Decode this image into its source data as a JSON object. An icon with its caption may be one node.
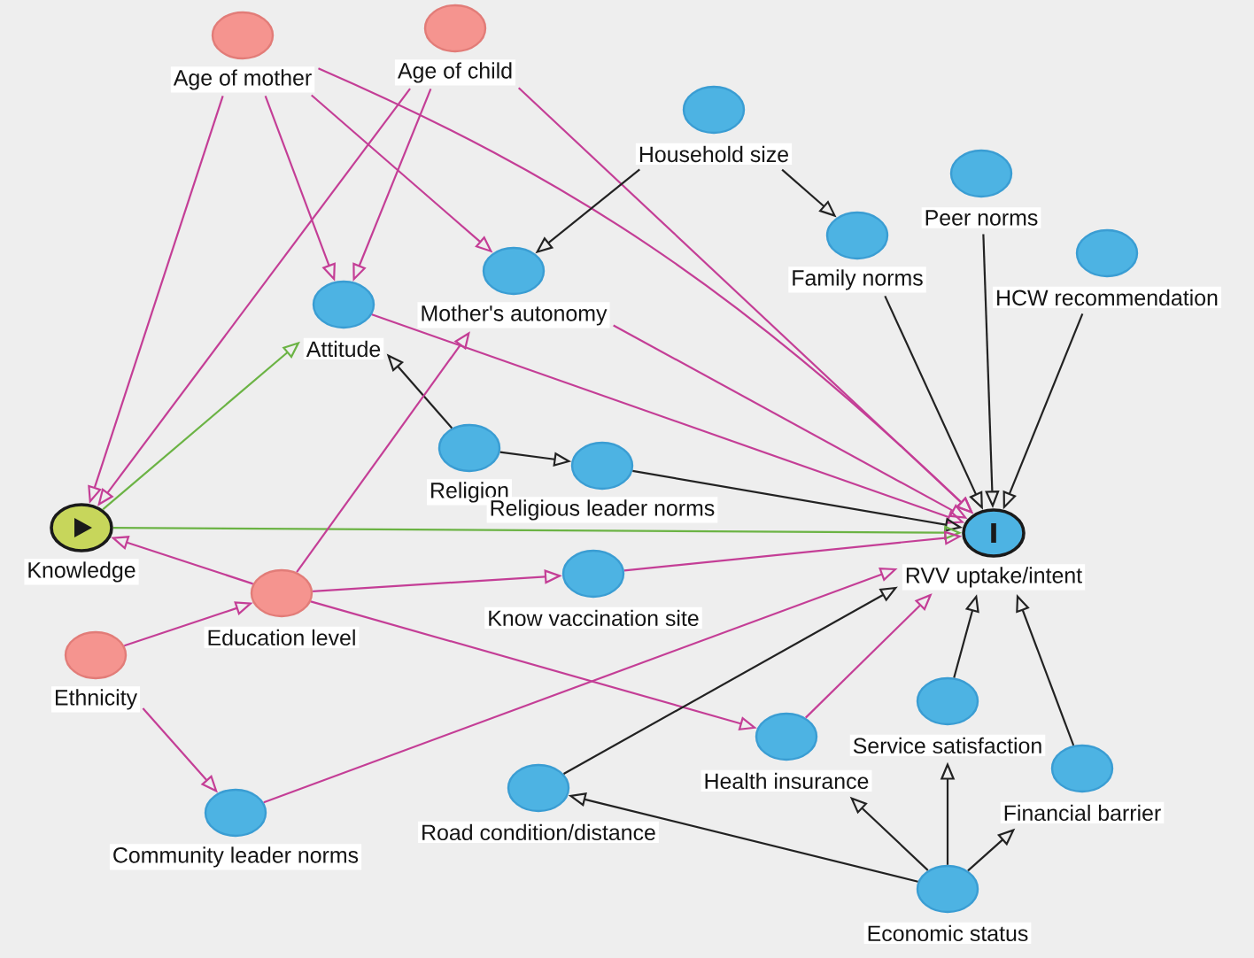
{
  "diagram": {
    "nodes": [
      {
        "text": [
          "Age of mother"
        ]
      },
      {
        "text": [
          "Age of child"
        ]
      },
      {
        "text": [
          "Household size"
        ]
      },
      {
        "text": [
          "Peer norms"
        ]
      },
      {
        "text": [
          "Mother's autonomy"
        ]
      },
      {
        "text": [
          "Family norms"
        ]
      },
      {
        "text": [
          "HCW recommendation"
        ]
      },
      {
        "text": [
          "Attitude"
        ]
      },
      {
        "text": [
          "Religion"
        ]
      },
      {
        "text": [
          "Religious leader norms"
        ]
      },
      {
        "text": [
          "Knowledge"
        ]
      },
      {
        "text": [
          "RVV uptake/intent"
        ]
      },
      {
        "text": [
          "Education level"
        ]
      },
      {
        "text": [
          "Know vaccination site"
        ]
      },
      {
        "text": [
          "Ethnicity"
        ]
      },
      {
        "text": [
          "Service satisfaction"
        ]
      },
      {
        "text": [
          "Financial barrier"
        ]
      },
      {
        "text": [
          "Health insurance"
        ]
      },
      {
        "text": [
          "Road condition/distance"
        ]
      },
      {
        "text": [
          "Community leader norms"
        ]
      },
      {
        "text": [
          "Economic status"
        ]
      }
    ],
    "edges": [
      {
        "from": 0,
        "to": 10,
        "arrow": "to"
      },
      {
        "from": 0,
        "to": 7,
        "arrow": "to"
      },
      {
        "from": 0,
        "to": 4,
        "arrow": "to"
      },
      {
        "from": 0,
        "to": 11,
        "arrow": "to"
      },
      {
        "from": 1,
        "to": 10,
        "arrow": "to"
      },
      {
        "from": 1,
        "to": 7,
        "arrow": "to"
      },
      {
        "from": 1,
        "to": 11,
        "arrow": "to"
      },
      {
        "from": 2,
        "to": 4,
        "arrow": "to",
        "color": "#222222"
      },
      {
        "from": 2,
        "to": 5,
        "arrow": "to",
        "color": "#222222"
      },
      {
        "from": 3,
        "to": 11,
        "arrow": "to",
        "color": "#222222"
      },
      {
        "from": 5,
        "to": 11,
        "arrow": "to",
        "color": "#222222"
      },
      {
        "from": 6,
        "to": 11,
        "arrow": "to",
        "color": "#222222"
      },
      {
        "from": 4,
        "to": 11,
        "arrow": "to"
      },
      {
        "from": 7,
        "to": 11,
        "arrow": "to"
      },
      {
        "from": 8,
        "to": 7,
        "arrow": "to",
        "color": "#222222"
      },
      {
        "from": 8,
        "to": 9,
        "arrow": "to",
        "color": "#222222"
      },
      {
        "from": 9,
        "to": 11,
        "arrow": "to",
        "color": "#222222"
      },
      {
        "from": 10,
        "to": 7,
        "arrow": "to",
        "color": "#6bb344"
      },
      {
        "from": 10,
        "to": 11,
        "arrow": "to",
        "color": "#6bb344"
      },
      {
        "from": 12,
        "to": 10,
        "arrow": "to"
      },
      {
        "from": 12,
        "to": 4,
        "arrow": "to"
      },
      {
        "from": 12,
        "to": 13,
        "arrow": "to"
      },
      {
        "from": 12,
        "to": 17,
        "arrow": "to"
      },
      {
        "from": 13,
        "to": 11,
        "arrow": "to"
      },
      {
        "from": 14,
        "to": 12,
        "arrow": "to"
      },
      {
        "from": 14,
        "to": 19,
        "arrow": "to"
      },
      {
        "from": 19,
        "to": 11,
        "arrow": "to"
      },
      {
        "from": 17,
        "to": 11,
        "arrow": "to"
      },
      {
        "from": 18,
        "to": 11,
        "arrow": "to",
        "color": "#222222"
      },
      {
        "from": 20,
        "to": 18,
        "arrow": "to",
        "color": "#222222"
      },
      {
        "from": 20,
        "to": 17,
        "arrow": "to",
        "color": "#222222"
      },
      {
        "from": 20,
        "to": 15,
        "arrow": "to",
        "color": "#222222"
      },
      {
        "from": 20,
        "to": 16,
        "arrow": "to",
        "color": "#222222"
      },
      {
        "from": 15,
        "to": 11,
        "arrow": "to",
        "color": "#222222"
      },
      {
        "from": 16,
        "to": 11,
        "arrow": "to",
        "color": "#222222"
      }
    ]
  }
}
